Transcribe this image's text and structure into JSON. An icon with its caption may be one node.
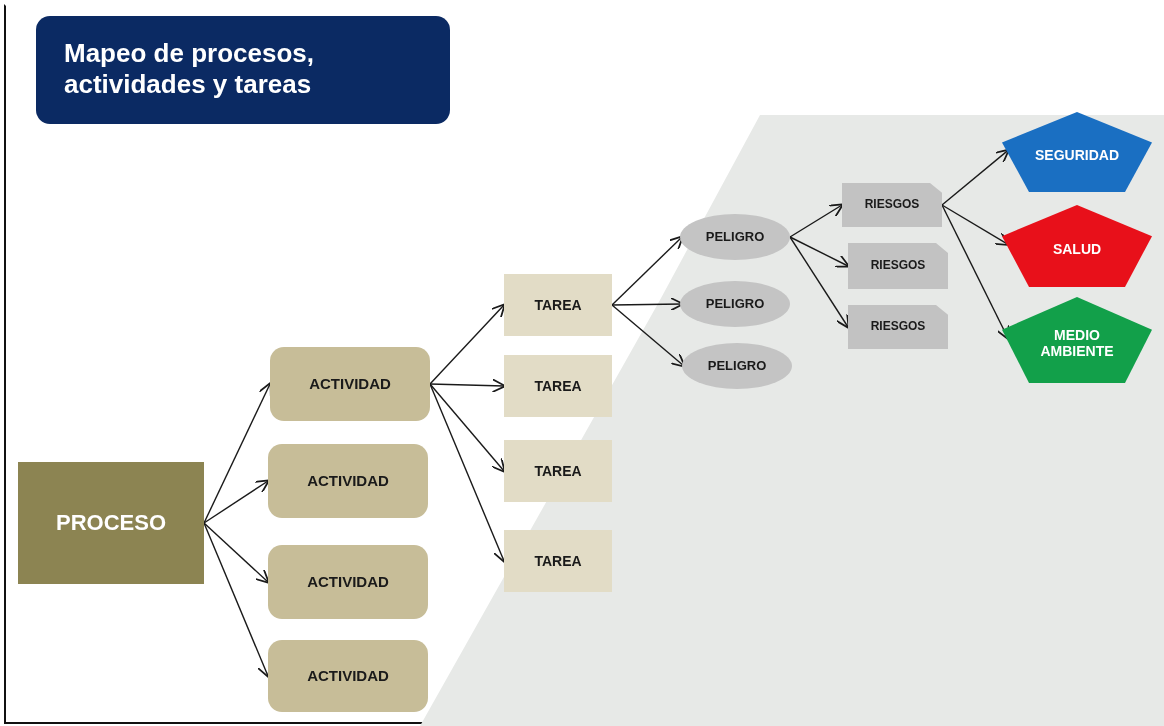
{
  "diagram": {
    "title": "Mapeo de procesos, actividades y tareas",
    "nodes": [
      {
        "text": [
          "PROCESO"
        ]
      },
      {
        "text": [
          "ACTIVIDAD"
        ]
      },
      {
        "text": [
          "ACTIVIDAD"
        ]
      },
      {
        "text": [
          "ACTIVIDAD"
        ]
      },
      {
        "text": [
          "ACTIVIDAD"
        ]
      },
      {
        "text": [
          "TAREA"
        ]
      },
      {
        "text": [
          "TAREA"
        ]
      },
      {
        "text": [
          "TAREA"
        ]
      },
      {
        "text": [
          "TAREA"
        ]
      },
      {
        "text": [
          "PELIGRO"
        ]
      },
      {
        "text": [
          "PELIGRO"
        ]
      },
      {
        "text": [
          "PELIGRO"
        ]
      },
      {
        "text": [
          "RIESGOS"
        ]
      },
      {
        "text": [
          "RIESGOS"
        ]
      },
      {
        "text": [
          "RIESGOS"
        ]
      },
      {
        "text": [
          "SEGURIDAD"
        ]
      },
      {
        "text": [
          "SALUD"
        ]
      },
      {
        "text": [
          "MEDIO AMBIENTE"
        ]
      }
    ],
    "edges": [
      {
        "from": 0,
        "to": 1,
        "arrow": "to"
      },
      {
        "from": 0,
        "to": 2,
        "arrow": "to"
      },
      {
        "from": 0,
        "to": 3,
        "arrow": "to"
      },
      {
        "from": 0,
        "to": 4,
        "arrow": "to"
      },
      {
        "from": 1,
        "to": 5,
        "arrow": "to"
      },
      {
        "from": 1,
        "to": 6,
        "arrow": "to"
      },
      {
        "from": 1,
        "to": 7,
        "arrow": "to"
      },
      {
        "from": 1,
        "to": 8,
        "arrow": "to"
      },
      {
        "from": 5,
        "to": 9,
        "arrow": "to"
      },
      {
        "from": 5,
        "to": 10,
        "arrow": "to"
      },
      {
        "from": 5,
        "to": 11,
        "arrow": "to"
      },
      {
        "from": 9,
        "to": 12,
        "arrow": "to"
      },
      {
        "from": 9,
        "to": 13,
        "arrow": "to"
      },
      {
        "from": 9,
        "to": 14,
        "arrow": "to"
      },
      {
        "from": 12,
        "to": 15,
        "arrow": "to"
      },
      {
        "from": 12,
        "to": 16,
        "arrow": "to"
      },
      {
        "from": 12,
        "to": 17,
        "arrow": "to"
      }
    ]
  }
}
